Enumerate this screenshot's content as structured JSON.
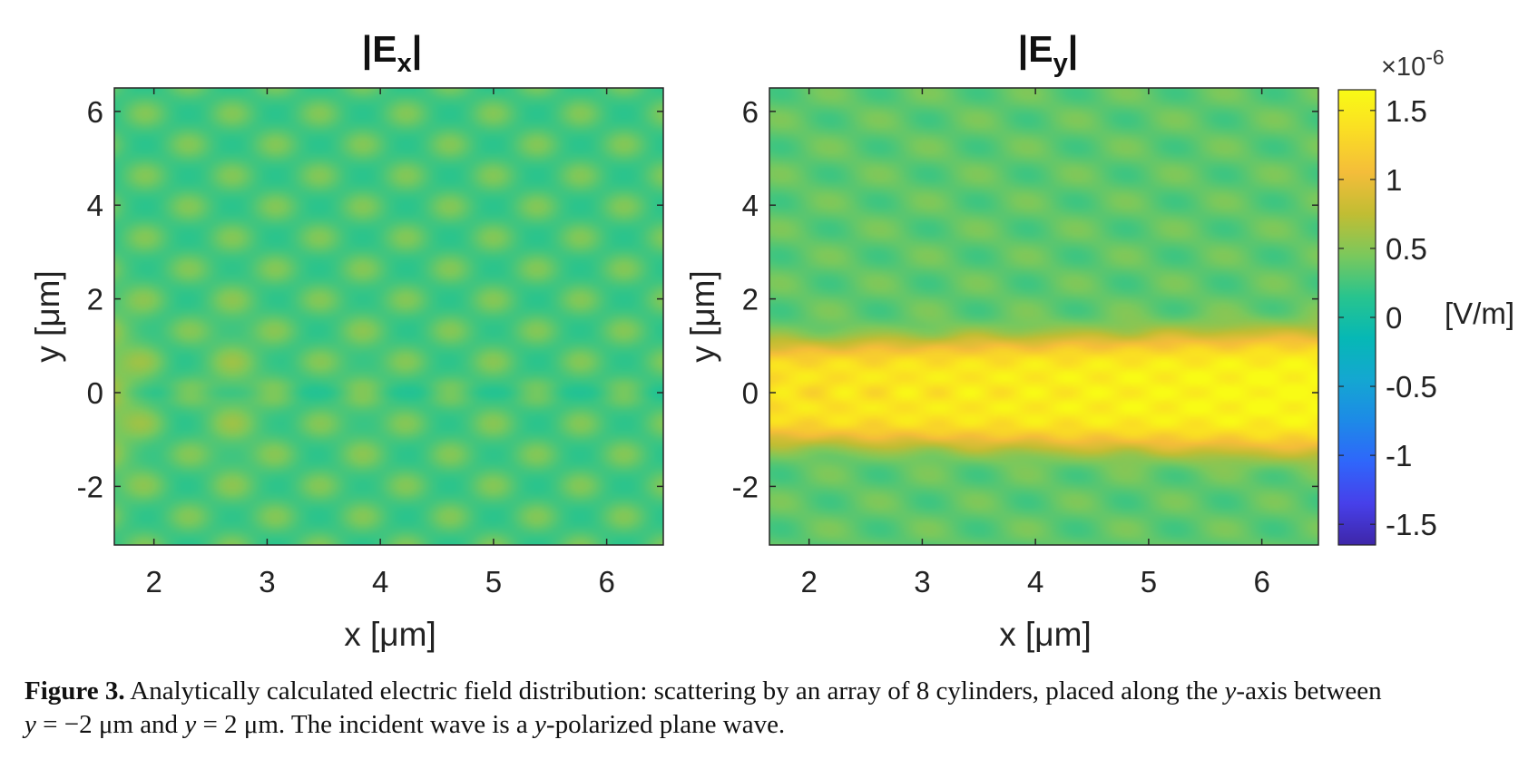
{
  "chart_data": [
    {
      "type": "heatmap",
      "title": "|E",
      "title_sub": "x",
      "title_end": "|",
      "xlabel": "x [μm]",
      "ylabel": "y [μm]",
      "xlim": [
        1.65,
        6.5
      ],
      "ylim": [
        -3.25,
        6.5
      ],
      "xticks": [
        2,
        3,
        4,
        5,
        6
      ],
      "xtick_labels": [
        "2",
        "3",
        "4",
        "5",
        "6"
      ],
      "yticks": [
        -2,
        0,
        2,
        4,
        6
      ],
      "ytick_labels": [
        "-2",
        "0",
        "2",
        "4",
        "6"
      ],
      "field": "Ex",
      "value_range": [
        0.0,
        0.65
      ]
    },
    {
      "type": "heatmap",
      "title": "|E",
      "title_sub": "y",
      "title_end": "|",
      "xlabel": "x [μm]",
      "ylabel": "y [μm]",
      "xlim": [
        1.65,
        6.5
      ],
      "ylim": [
        -3.25,
        6.5
      ],
      "xticks": [
        2,
        3,
        4,
        5,
        6
      ],
      "xtick_labels": [
        "2",
        "3",
        "4",
        "5",
        "6"
      ],
      "yticks": [
        -2,
        0,
        2,
        4,
        6
      ],
      "ytick_labels": [
        "-2",
        "0",
        "2",
        "4",
        "6"
      ],
      "field": "Ey",
      "value_range": [
        0.0,
        1.6
      ]
    }
  ],
  "colorbar": {
    "min": -1.65,
    "max": 1.65,
    "ticks": [
      1.5,
      1,
      0.5,
      0,
      -0.5,
      -1,
      -1.5
    ],
    "tick_labels": [
      "1.5",
      "1",
      "0.5",
      "0",
      "-0.5",
      "-1",
      "-1.5"
    ],
    "exponent_prefix": "×10",
    "exponent": "-6",
    "unit_label": "[V/m]",
    "colormap": [
      "#3e26a8",
      "#4740ea",
      "#2f66fb",
      "#1d8ae7",
      "#14a7d1",
      "#06b8b5",
      "#28c48e",
      "#7bc85c",
      "#c1bd33",
      "#f4bd3a",
      "#fadd24",
      "#f9fb15"
    ]
  },
  "caption": {
    "label": "Figure 3.",
    "line1_text": " Analytically calculated electric field distribution: scattering by an array of 8 cylinders, placed along the ",
    "line1_var": "y",
    "line1_end": "-axis between",
    "line2_var1": "y",
    "line2_eq1": " = −2 μm and ",
    "line2_var2": "y",
    "line2_eq2": " = 2 μm. The incident wave is a ",
    "line2_var3": "y",
    "line2_end": "-polarized plane wave."
  }
}
